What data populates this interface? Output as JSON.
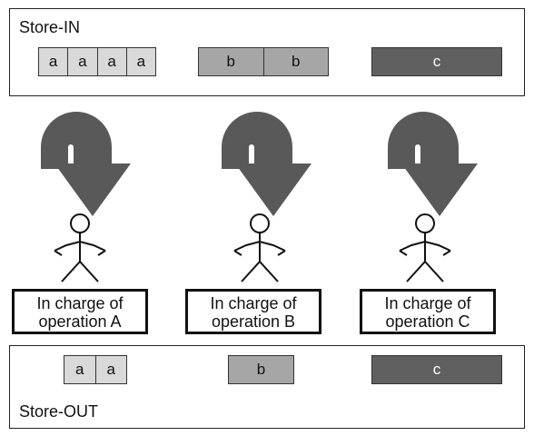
{
  "store_in": {
    "label": "Store-IN",
    "blocks": [
      {
        "id": "a",
        "cells": [
          "a",
          "a",
          "a",
          "a"
        ],
        "color": "#d9d9d9"
      },
      {
        "id": "b",
        "cells": [
          "b",
          "b"
        ],
        "color": "#a6a6a6"
      },
      {
        "id": "c",
        "cells": [
          "c"
        ],
        "color": "#606060"
      }
    ]
  },
  "workers": [
    {
      "line1": "In charge of",
      "line2": "operation A",
      "icon": "stick-figure-icon"
    },
    {
      "line1": "In charge of",
      "line2": "operation B",
      "icon": "stick-figure-icon"
    },
    {
      "line1": "In charge of",
      "line2": "operation C",
      "icon": "stick-figure-icon"
    }
  ],
  "store_out": {
    "label": "Store-OUT",
    "blocks": [
      {
        "id": "a",
        "cells": [
          "a",
          "a"
        ],
        "color": "#d9d9d9"
      },
      {
        "id": "b",
        "cells": [
          "b"
        ],
        "color": "#a6a6a6"
      },
      {
        "id": "c",
        "cells": [
          "c"
        ],
        "color": "#606060"
      }
    ]
  },
  "colors": {
    "arrow": "#595959",
    "outline": "#222222"
  }
}
